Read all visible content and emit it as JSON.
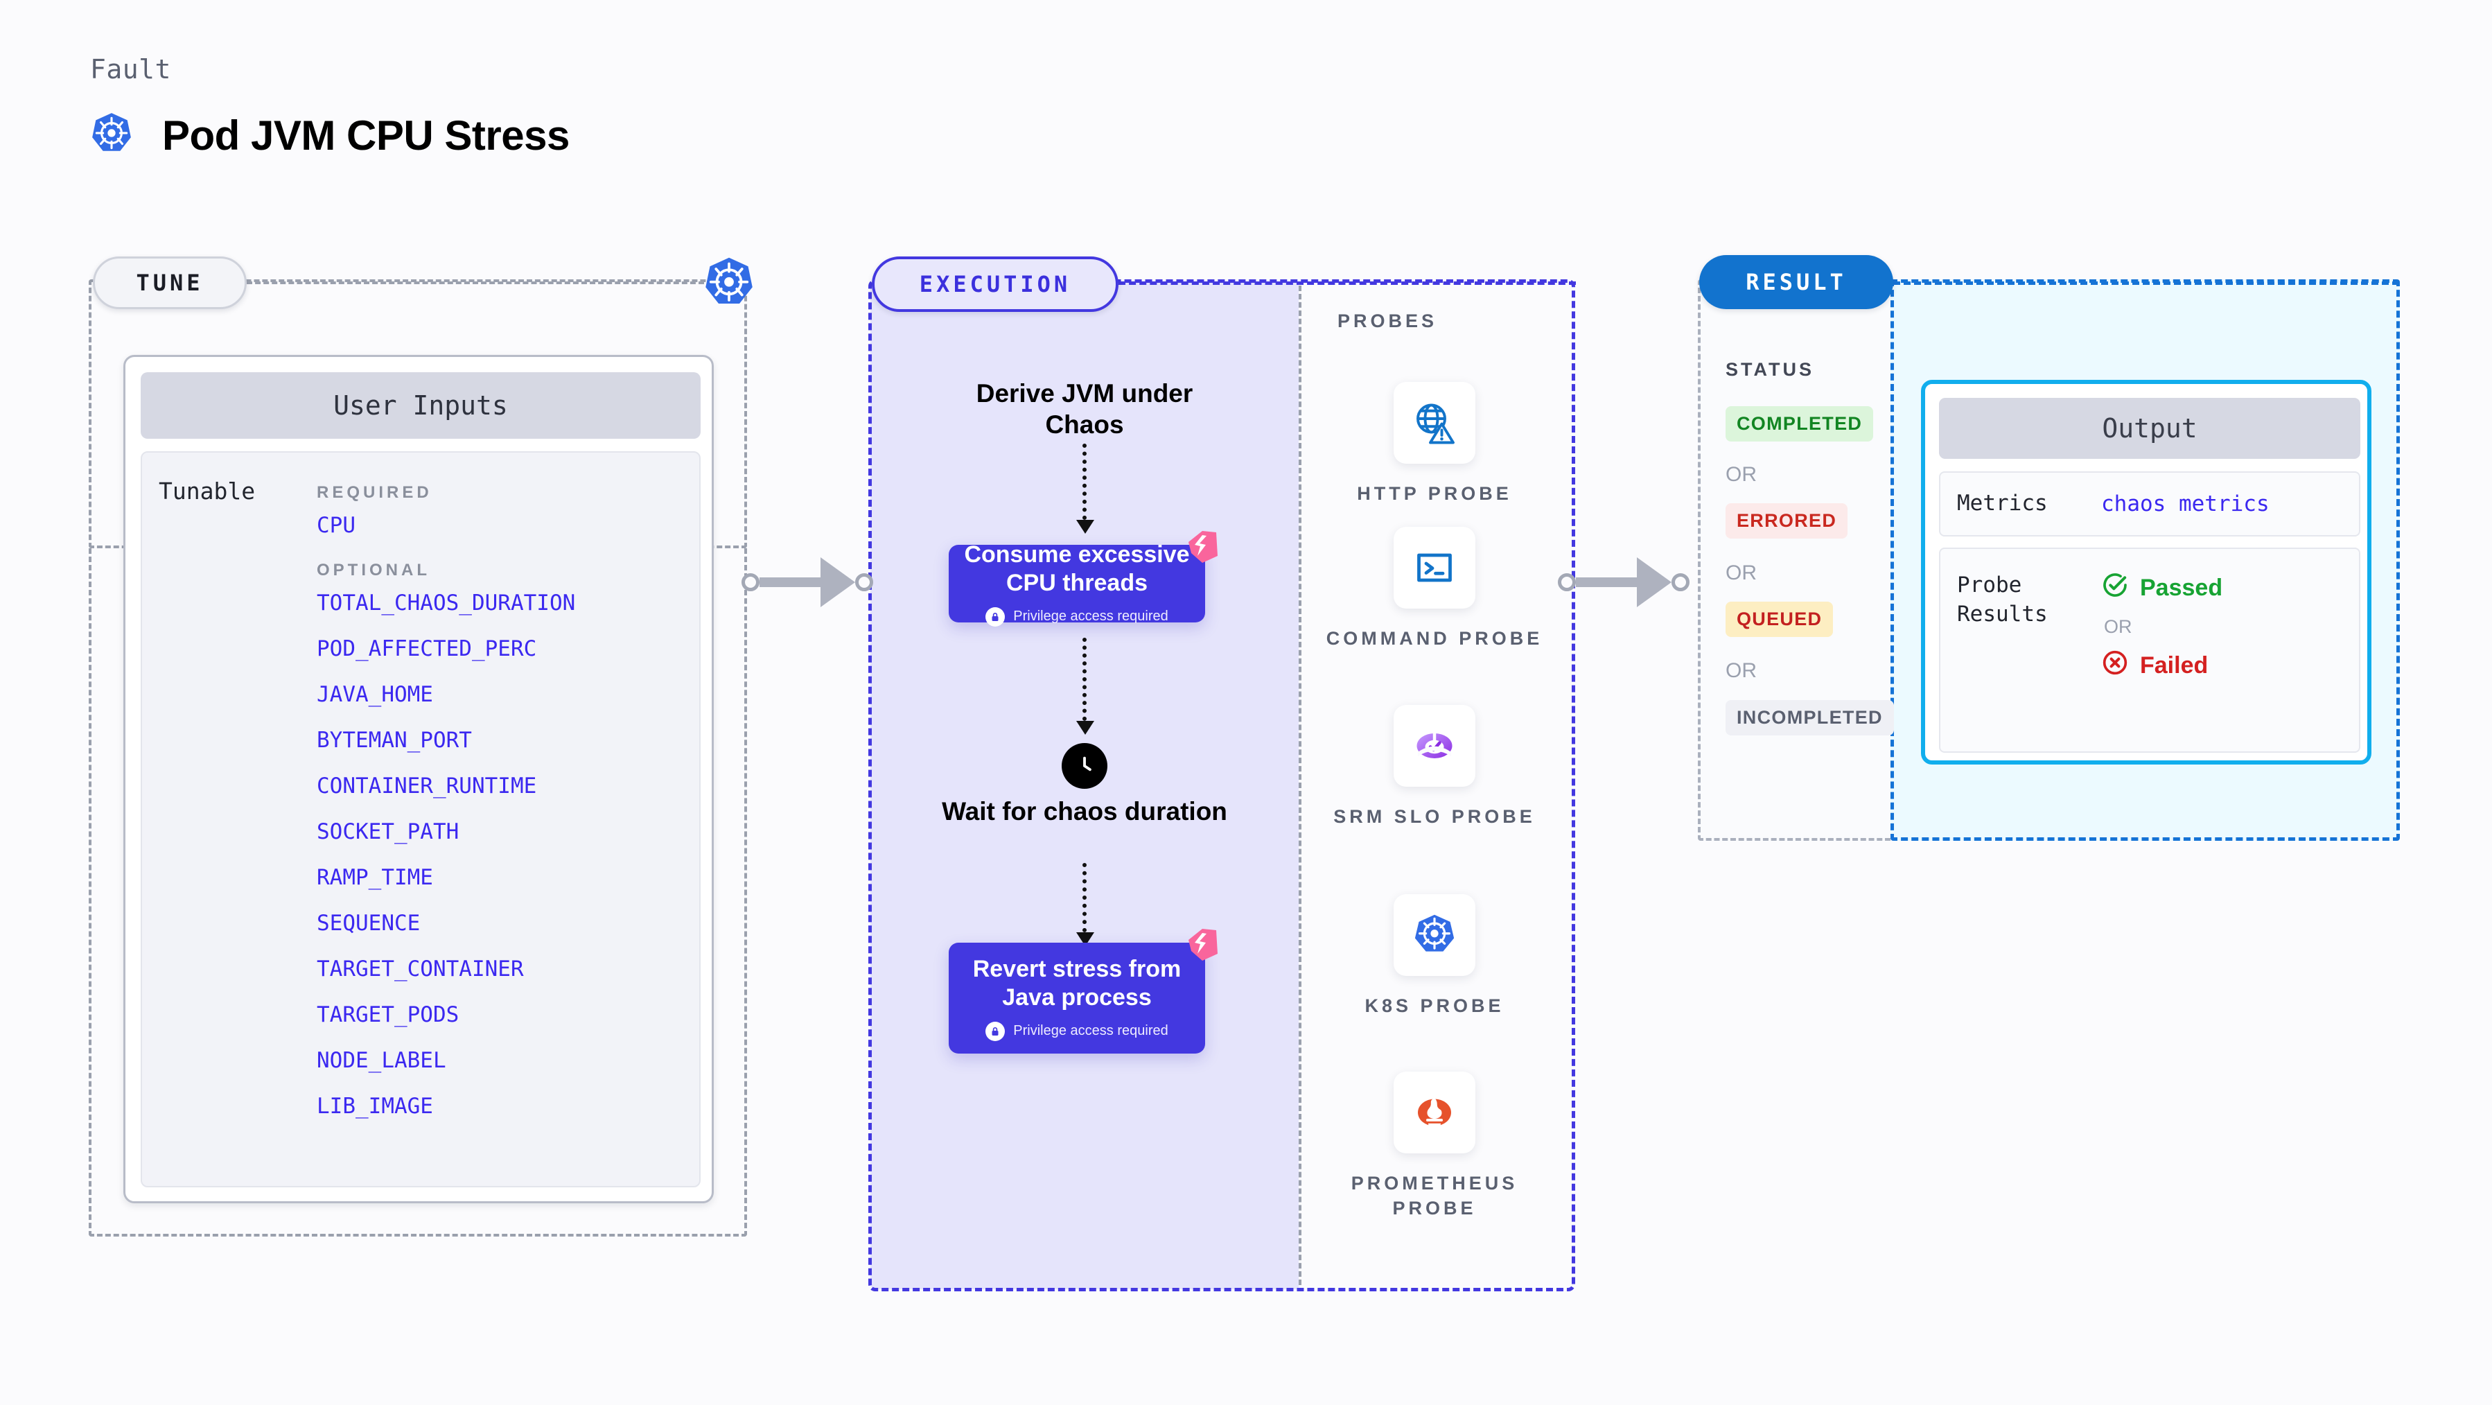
{
  "header": {
    "fault_label": "Fault",
    "title": "Pod JVM CPU Stress",
    "icon": "kubernetes-icon"
  },
  "tune": {
    "tag": "TUNE",
    "badge_icon": "kubernetes-icon",
    "card_title": "User Inputs",
    "tunable_label": "Tunable",
    "required_label": "REQUIRED",
    "optional_label": "OPTIONAL",
    "required": [
      "CPU"
    ],
    "optional": [
      "TOTAL_CHAOS_DURATION",
      "POD_AFFECTED_PERC",
      "JAVA_HOME",
      "BYTEMAN_PORT",
      "CONTAINER_RUNTIME",
      "SOCKET_PATH",
      "RAMP_TIME",
      "SEQUENCE",
      "TARGET_CONTAINER",
      "TARGET_PODS",
      "NODE_LABEL",
      "LIB_IMAGE"
    ]
  },
  "execution": {
    "tag": "EXECUTION",
    "step_1_text": "Derive JVM under Chaos",
    "box_1_title": "Consume excessive CPU threads",
    "box_1_note": "Privilege access required",
    "wait_text": "Wait for chaos duration",
    "wait_icon": "clock-icon",
    "box_2_title": "Revert stress from Java process",
    "box_2_note": "Privilege access required",
    "flag_icon": "litmus-flag-icon",
    "lock_icon": "lock-icon"
  },
  "probes": {
    "label": "PROBES",
    "items": [
      {
        "label": "HTTP PROBE",
        "icon": "globe-warning-icon"
      },
      {
        "label": "COMMAND PROBE",
        "icon": "terminal-icon"
      },
      {
        "label": "SRM SLO PROBE",
        "icon": "slo-gauge-icon"
      },
      {
        "label": "K8S PROBE",
        "icon": "kubernetes-icon"
      },
      {
        "label": "PROMETHEUS PROBE",
        "icon": "prometheus-icon"
      }
    ]
  },
  "result": {
    "tag": "RESULT",
    "status_label": "STATUS",
    "or_label": "OR",
    "statuses": [
      {
        "label": "COMPLETED",
        "bg": "#dcf5db",
        "fg": "#128522"
      },
      {
        "label": "ERRORED",
        "bg": "#fceaea",
        "fg": "#c9281f"
      },
      {
        "label": "QUEUED",
        "bg": "#fdeec2",
        "fg": "#c32020"
      },
      {
        "label": "INCOMPLETED",
        "bg": "#eff0f5",
        "fg": "#5a6070"
      }
    ],
    "output": {
      "title": "Output",
      "metrics_key": "Metrics",
      "metrics_value": "chaos metrics",
      "probe_key": "Probe Results",
      "passed_label": "Passed",
      "failed_label": "Failed",
      "or_label": "OR",
      "passed_icon": "check-circle-icon",
      "failed_icon": "x-circle-icon"
    }
  },
  "colors": {
    "accent_purple": "#4338e0",
    "accent_blue": "#1273ce",
    "kubernetes_blue": "#326ce5",
    "tunable_link": "#3b28f0",
    "pink_flag": "#f9659c",
    "cyan_border": "#11aeed"
  }
}
